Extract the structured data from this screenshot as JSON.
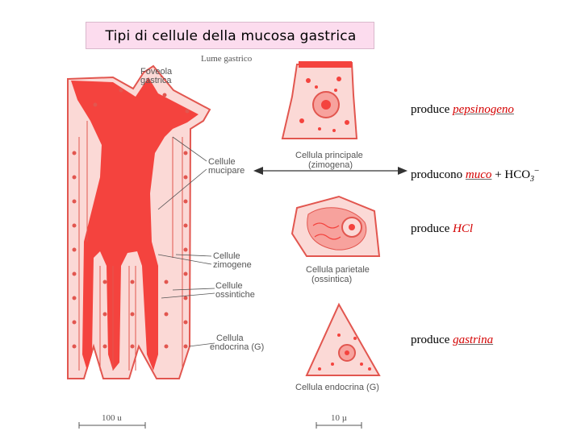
{
  "title": "Tipi di cellule della mucosa gastrica",
  "diagram_labels": {
    "lume": "Lume gastrico",
    "foveola_1": "Foveola",
    "foveola_2": "gastrica",
    "mucipare_1": "Cellule",
    "mucipare_2": "mucipare",
    "zimogene_1": "Cellule",
    "zimogene_2": "zimogene",
    "ossintiche_1": "Cellule",
    "ossintiche_2": "ossintiche",
    "endocrina_1": "Cellula",
    "endocrina_2": "endocrina (G)",
    "principale_1": "Cellula principale",
    "principale_2": "(zimogena)",
    "parietale_1": "Cellula parietale",
    "parietale_2": "(ossintica)",
    "endocrina_cell": "Cellula endocrina (G)",
    "scale_left": "100 u",
    "scale_right": "10 µ"
  },
  "functions": [
    {
      "prefix": "produce ",
      "highlight": "pepsinogeno"
    },
    {
      "prefix": "producono ",
      "highlight": "muco",
      "rest": " + HCO",
      "sub": "3",
      "sup": "−"
    },
    {
      "prefix": "produce ",
      "highlight": "HCl"
    },
    {
      "prefix": "produce ",
      "highlight": "gastrina"
    }
  ],
  "colors": {
    "tissue": "#f4433e",
    "tissue_light": "#fbd9d6",
    "title_bg": "#fcdcee",
    "highlight": "#d40000"
  }
}
